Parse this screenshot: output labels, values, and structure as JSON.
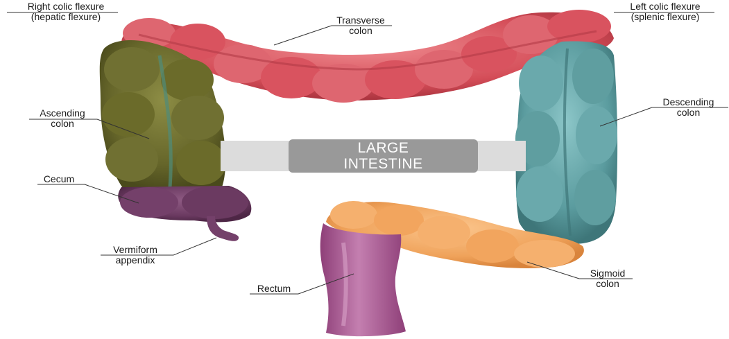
{
  "title": {
    "line1": "LARGE",
    "line2": "INTESTINE"
  },
  "labels": {
    "right_colic_flexure": {
      "line1": "Right colic flexure",
      "line2": "(hepatic flexure)"
    },
    "transverse_colon": {
      "line1": "Transverse",
      "line2": "colon"
    },
    "left_colic_flexure": {
      "line1": "Left colic flexure",
      "line2": "(splenic flexure)"
    },
    "ascending_colon": {
      "line1": "Ascending",
      "line2": "colon"
    },
    "descending_colon": {
      "line1": "Descending",
      "line2": "colon"
    },
    "cecum": {
      "line1": "Cecum"
    },
    "vermiform_appendix": {
      "line1": "Vermiform",
      "line2": "appendix"
    },
    "rectum": {
      "line1": "Rectum"
    },
    "sigmoid_colon": {
      "line1": "Sigmoid",
      "line2": "colon"
    }
  },
  "colors": {
    "transverse": "#d9535f",
    "ascending": "#6b6b2a",
    "descending": "#5f9ea0",
    "cecum": "#6e3a63",
    "sigmoid": "#f2a55e",
    "rectum": "#b5679c",
    "banner": "#dcdcdc",
    "title_box": "#999999"
  }
}
